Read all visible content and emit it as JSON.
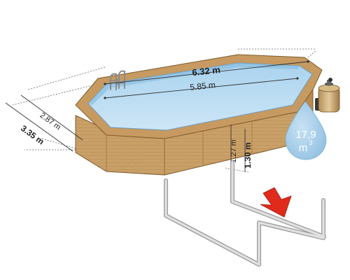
{
  "product_illustration": {
    "dimensions": {
      "outer_length": "6.32 m",
      "inner_length": "5.85 m",
      "outer_width": "3.35 m",
      "inner_width": "2.87 m",
      "inner_height": "1.27 m",
      "outer_height": "1.30 m"
    },
    "volume": {
      "value": "17,9",
      "unit": "m",
      "unit_sup": "3"
    },
    "colors": {
      "wood": "#c79a62",
      "wood_dark": "#a97b44",
      "wood_edge": "#7d5a2c",
      "water": "#b8d8ee",
      "water_deep": "#8ec3e6",
      "drop": "#a9cfe9",
      "arrow": "#e02a1c",
      "tube": "#d6d6d6"
    },
    "icons": [
      "pool-ladder-icon",
      "sand-filter-icon",
      "water-drop-icon",
      "down-arrow-icon"
    ]
  }
}
